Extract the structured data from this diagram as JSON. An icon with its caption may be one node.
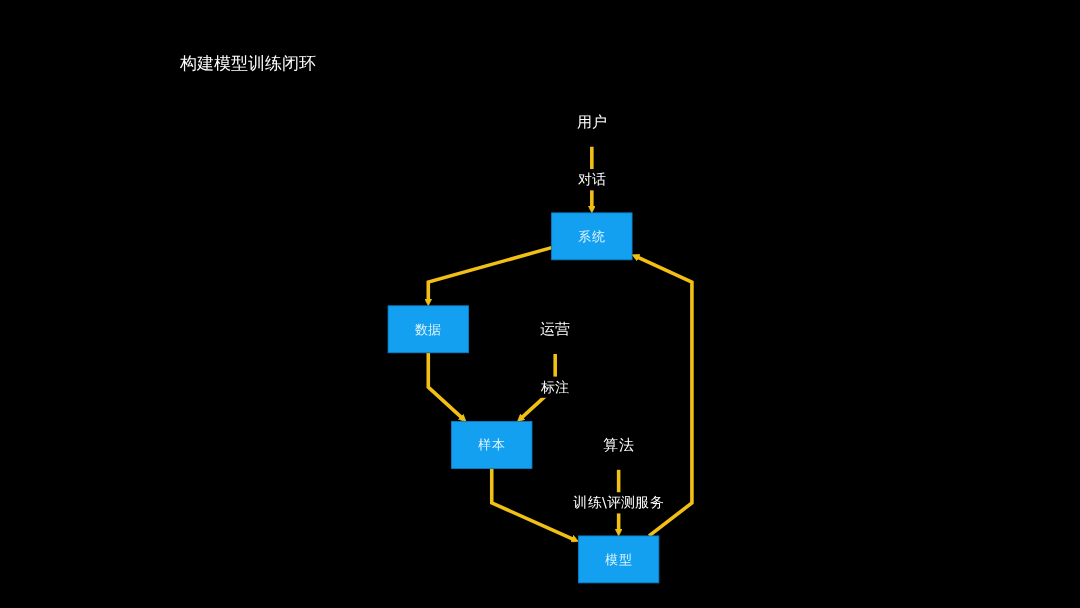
{
  "diagram": {
    "title": "构建模型训练闭环",
    "nodes": [
      {
        "text": [
          "用户"
        ]
      },
      {
        "text": [
          "系统"
        ]
      },
      {
        "text": [
          "数据"
        ]
      },
      {
        "text": [
          "样本"
        ]
      },
      {
        "text": [
          "模型"
        ]
      },
      {
        "text": [
          "算法"
        ]
      },
      {
        "text": [
          "运营"
        ]
      }
    ],
    "edges": [
      {
        "from": 0,
        "to": 1,
        "arrow": "to",
        "label": "对话"
      },
      {
        "from": 1,
        "to": 2,
        "arrow": "to"
      },
      {
        "from": 2,
        "to": 3,
        "arrow": "to"
      },
      {
        "from": 3,
        "to": 4,
        "arrow": "to"
      },
      {
        "from": 4,
        "to": 1,
        "arrow": "to"
      },
      {
        "from": 5,
        "to": 4,
        "arrow": "to",
        "label": "训练\\评测服务"
      },
      {
        "from": 6,
        "to": 3,
        "arrow": "to",
        "label": "标注"
      }
    ]
  }
}
